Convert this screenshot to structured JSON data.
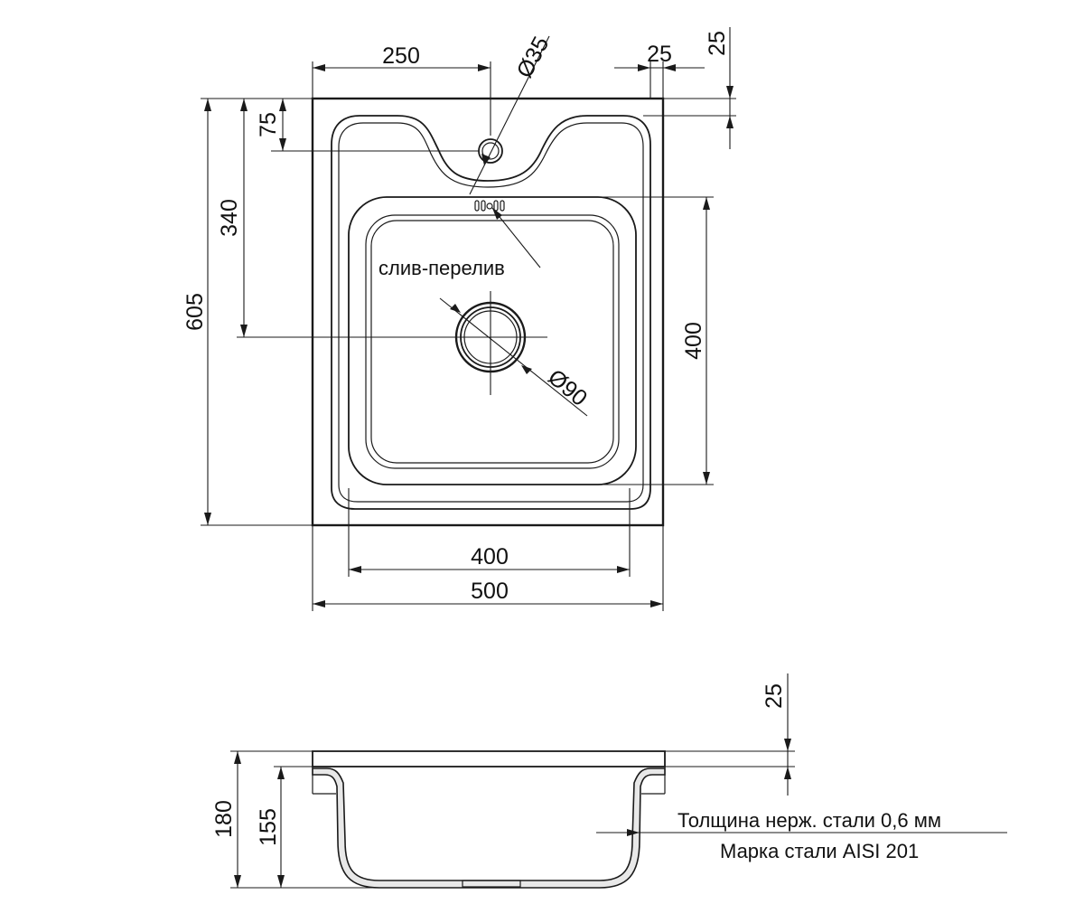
{
  "top_view": {
    "dimensions": {
      "width_total": "500",
      "bowl_width": "400",
      "depth_total": "605",
      "hole_offset_x": "250",
      "hole_diameter": "Ø35",
      "flange_right": "25",
      "flange_top": "25",
      "hole_offset_y": "75",
      "drain_offset_y": "340",
      "bowl_depth": "400",
      "drain_diameter": "Ø90"
    },
    "overflow_label": "слив-перелив"
  },
  "side_view": {
    "dimensions": {
      "rim_height": "25",
      "height_total": "180",
      "bowl_height": "155"
    },
    "notes": {
      "thickness": "Толщина нерж. стали 0,6 мм",
      "steel_grade": "Марка стали AISI 201"
    }
  },
  "colors": {
    "line": "#1a1a1a",
    "text": "#111111",
    "background": "#ffffff"
  }
}
